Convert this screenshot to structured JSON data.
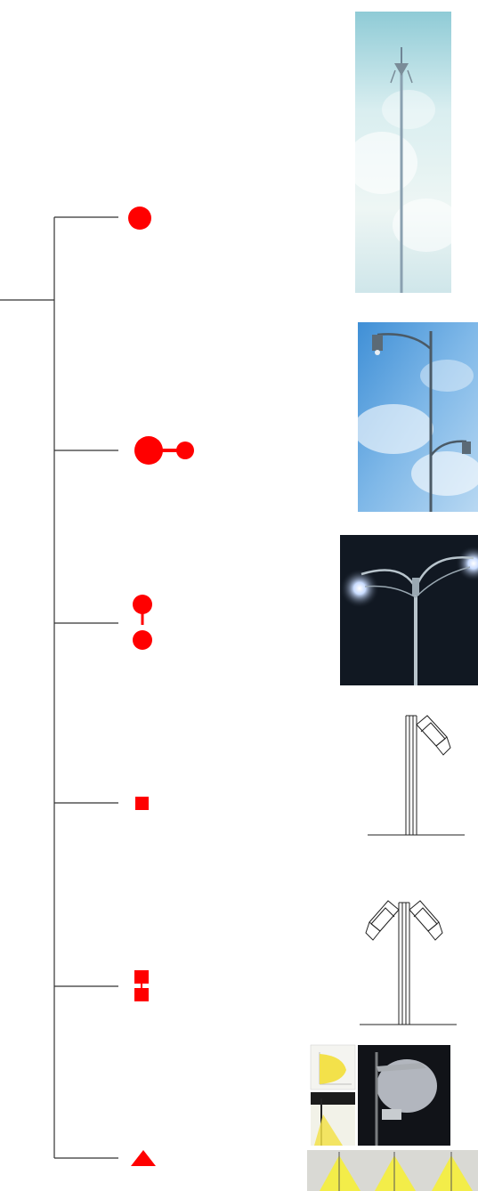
{
  "legend": {
    "accent_color": "#ff0000",
    "line_color": "#333333",
    "items": [
      {
        "symbol": "single-circle-icon",
        "photo": "single-mast-photo"
      },
      {
        "symbol": "double-circle-horizontal-icon",
        "photo": "double-arm-pole-photo"
      },
      {
        "symbol": "double-circle-vertical-icon",
        "photo": "night-double-lamp-photo"
      },
      {
        "symbol": "single-square-icon",
        "photo": "single-floodlight-drawing"
      },
      {
        "symbol": "double-square-icon",
        "photo": "double-floodlight-drawing"
      },
      {
        "symbol": "triangle-icon",
        "photo": "lighting-study-collage"
      }
    ]
  }
}
